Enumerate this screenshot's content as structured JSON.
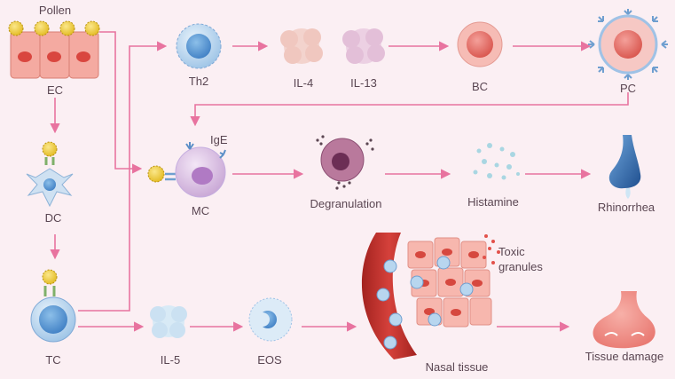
{
  "colors": {
    "background": "#fbeff3",
    "arrow": "#e8739f",
    "pollen": "#f2cf3a",
    "epithelium": "#f2a39a",
    "blood": "#c9302f",
    "nose": "#f28a84",
    "rhinorrhea_nose": "#2a67a8"
  },
  "labels": {
    "pollen": "Pollen",
    "ec": "EC",
    "dc": "DC",
    "tc": "TC",
    "th2": "Th2",
    "il4": "IL-4",
    "il13": "IL-13",
    "bc": "BC",
    "pc": "PC",
    "ige": "IgE",
    "mc": "MC",
    "degranulation": "Degranulation",
    "histamine": "Histamine",
    "rhinorrhea": "Rhinorrhea",
    "toxic_granules_1": "Toxic",
    "toxic_granules_2": "granules",
    "il5": "IL-5",
    "eos": "EOS",
    "nasal_tissue": "Nasal tissue",
    "tissue_damage": "Tissue damage"
  }
}
